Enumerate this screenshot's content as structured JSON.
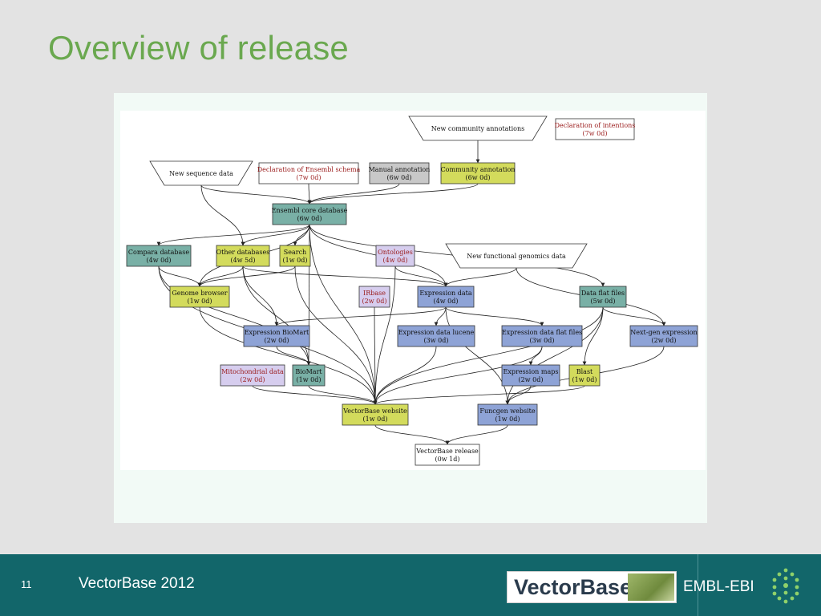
{
  "slide": {
    "title": "Overview of release",
    "page_number": "11",
    "footer_text": "VectorBase 2012",
    "logo_vectorbase": "VectorBase",
    "logo_embl": "EMBL-EBI"
  },
  "colors": {
    "title": "#6aa84f",
    "footer_bg": "#12666a",
    "node_teal": "#79b0a6",
    "node_yellow": "#d3db5c",
    "node_blue": "#8ea3d6",
    "node_lavender": "#d6cdee",
    "node_grey": "#c8c8c8",
    "node_white": "#ffffff",
    "red_text": "#9a1a1a"
  },
  "diagram": {
    "nodes": [
      {
        "id": "new_comm",
        "line1": "New community annotations",
        "line2": "",
        "kind": "trap",
        "fill": "white"
      },
      {
        "id": "decl_int",
        "line1": "Declaration of intentions",
        "line2": "(7w 0d)",
        "kind": "box",
        "fill": "white",
        "red": true
      },
      {
        "id": "new_seq",
        "line1": "New sequence data",
        "line2": "",
        "kind": "trap",
        "fill": "white"
      },
      {
        "id": "decl_ens",
        "line1": "Declaration of Ensembl schema",
        "line2": "(7w 0d)",
        "kind": "box",
        "fill": "white",
        "red": true
      },
      {
        "id": "manual",
        "line1": "Manual annotation",
        "line2": "(6w 0d)",
        "kind": "box",
        "fill": "grey"
      },
      {
        "id": "comm_ann",
        "line1": "Community annotation",
        "line2": "(6w 0d)",
        "kind": "box",
        "fill": "yellow"
      },
      {
        "id": "ens_core",
        "line1": "Ensembl core database",
        "line2": "(6w 0d)",
        "kind": "box",
        "fill": "teal"
      },
      {
        "id": "compara",
        "line1": "Compara database",
        "line2": "(4w 0d)",
        "kind": "box",
        "fill": "teal"
      },
      {
        "id": "other_db",
        "line1": "Other databases",
        "line2": "(4w 5d)",
        "kind": "box",
        "fill": "yellow"
      },
      {
        "id": "search",
        "line1": "Search",
        "line2": "(1w 0d)",
        "kind": "box",
        "fill": "yellow"
      },
      {
        "id": "ontologies",
        "line1": "Ontologies",
        "line2": "(4w 0d)",
        "kind": "box",
        "fill": "lavender",
        "red": true
      },
      {
        "id": "new_func",
        "line1": "New functional genomics data",
        "line2": "",
        "kind": "trap",
        "fill": "white"
      },
      {
        "id": "genome_br",
        "line1": "Genome browser",
        "line2": "(1w 0d)",
        "kind": "box",
        "fill": "yellow"
      },
      {
        "id": "irbase",
        "line1": "IRbase",
        "line2": "(2w 0d)",
        "kind": "box",
        "fill": "lavender",
        "red": true
      },
      {
        "id": "expr_data",
        "line1": "Expression data",
        "line2": "(4w 0d)",
        "kind": "box",
        "fill": "blue"
      },
      {
        "id": "data_flat",
        "line1": "Data flat files",
        "line2": "(5w 0d)",
        "kind": "box",
        "fill": "teal"
      },
      {
        "id": "expr_biomart",
        "line1": "Expression BioMart",
        "line2": "(2w 0d)",
        "kind": "box",
        "fill": "blue"
      },
      {
        "id": "expr_lucene",
        "line1": "Expression data lucene",
        "line2": "(3w 0d)",
        "kind": "box",
        "fill": "blue"
      },
      {
        "id": "expr_flat",
        "line1": "Expression data flat files",
        "line2": "(3w 0d)",
        "kind": "box",
        "fill": "blue"
      },
      {
        "id": "nextgen",
        "line1": "Next-gen expression",
        "line2": "(2w 0d)",
        "kind": "box",
        "fill": "blue"
      },
      {
        "id": "mito",
        "line1": "Mitochondrial data",
        "line2": "(2w 0d)",
        "kind": "box",
        "fill": "lavender",
        "red": true
      },
      {
        "id": "biomart",
        "line1": "BioMart",
        "line2": "(1w 0d)",
        "kind": "box",
        "fill": "teal"
      },
      {
        "id": "expr_maps",
        "line1": "Expression maps",
        "line2": "(2w 0d)",
        "kind": "box",
        "fill": "blue"
      },
      {
        "id": "blast",
        "line1": "Blast",
        "line2": "(1w 0d)",
        "kind": "box",
        "fill": "yellow"
      },
      {
        "id": "vb_web",
        "line1": "VectorBase website",
        "line2": "(1w 0d)",
        "kind": "box",
        "fill": "yellow"
      },
      {
        "id": "funcgen",
        "line1": "Funcgen website",
        "line2": "(1w 0d)",
        "kind": "box",
        "fill": "blue"
      },
      {
        "id": "vb_release",
        "line1": "VectorBase release",
        "line2": "(0w 1d)",
        "kind": "box",
        "fill": "white"
      }
    ],
    "edges": [
      [
        "new_comm",
        "comm_ann"
      ],
      [
        "new_seq",
        "ens_core"
      ],
      [
        "new_seq",
        "other_db"
      ],
      [
        "decl_ens",
        "ens_core"
      ],
      [
        "manual",
        "ens_core"
      ],
      [
        "comm_ann",
        "ens_core"
      ],
      [
        "ens_core",
        "compara"
      ],
      [
        "ens_core",
        "other_db"
      ],
      [
        "ens_core",
        "search"
      ],
      [
        "ens_core",
        "genome_br"
      ],
      [
        "ens_core",
        "biomart"
      ],
      [
        "ens_core",
        "vb_web"
      ],
      [
        "ens_core",
        "expr_data"
      ],
      [
        "ens_core",
        "data_flat"
      ],
      [
        "compara",
        "genome_br"
      ],
      [
        "compara",
        "vb_web"
      ],
      [
        "compara",
        "biomart"
      ],
      [
        "other_db",
        "genome_br"
      ],
      [
        "other_db",
        "expr_data"
      ],
      [
        "other_db",
        "expr_biomart"
      ],
      [
        "other_db",
        "biomart"
      ],
      [
        "search",
        "genome_br"
      ],
      [
        "search",
        "vb_web"
      ],
      [
        "ontologies",
        "expr_data"
      ],
      [
        "ontologies",
        "vb_web"
      ],
      [
        "new_func",
        "expr_data"
      ],
      [
        "new_func",
        "nextgen"
      ],
      [
        "genome_br",
        "vb_web"
      ],
      [
        "irbase",
        "vb_web"
      ],
      [
        "expr_data",
        "expr_biomart"
      ],
      [
        "expr_data",
        "expr_lucene"
      ],
      [
        "expr_data",
        "expr_flat"
      ],
      [
        "expr_data",
        "funcgen"
      ],
      [
        "data_flat",
        "vb_web"
      ],
      [
        "data_flat",
        "blast"
      ],
      [
        "data_flat",
        "nextgen"
      ],
      [
        "data_flat",
        "funcgen"
      ],
      [
        "expr_biomart",
        "biomart"
      ],
      [
        "expr_lucene",
        "vb_web"
      ],
      [
        "expr_flat",
        "expr_maps"
      ],
      [
        "expr_flat",
        "vb_web"
      ],
      [
        "nextgen",
        "funcgen"
      ],
      [
        "mito",
        "vb_web"
      ],
      [
        "biomart",
        "vb_web"
      ],
      [
        "expr_maps",
        "funcgen"
      ],
      [
        "blast",
        "vb_web"
      ],
      [
        "vb_web",
        "vb_release"
      ],
      [
        "funcgen",
        "vb_release"
      ]
    ]
  }
}
